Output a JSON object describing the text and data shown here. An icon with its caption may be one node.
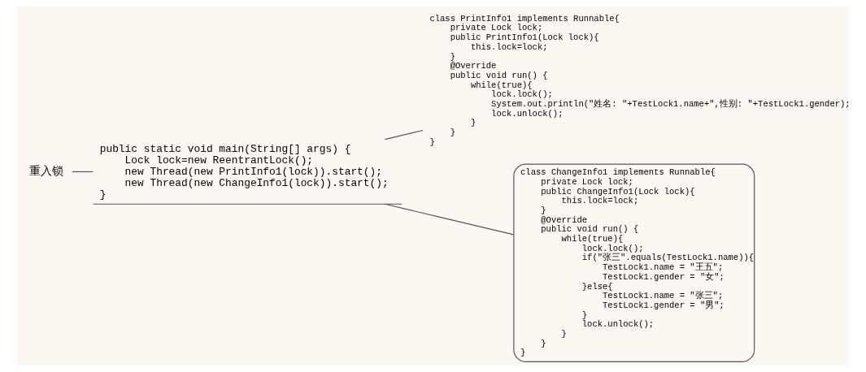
{
  "diagram": {
    "nodes": [
      {
        "text": [
          "重入锁"
        ]
      },
      {
        "text": [
          "public static void main(String[] args) {",
          "Lock lock=new ReentrantLock();",
          "new Thread(new PrintInfo1(lock)).start();",
          "new Thread(new ChangeInfo1(lock)).start();",
          "}"
        ]
      },
      {
        "text": [
          "class PrintInfo1 implements Runnable{",
          "private Lock lock;",
          "public PrintInfo1(Lock lock){",
          "this.lock=lock;",
          "}",
          "@Override",
          "public void run() {",
          "while(true){",
          "lock.lock();",
          "System.out.println(\"姓名: \"+TestLock1.name+\",性别: \"+TestLock1.gender);",
          "lock.unlock();",
          "}",
          "}",
          "}"
        ]
      },
      {
        "text": [
          "class ChangeInfo1 implements Runnable{",
          "private Lock lock;",
          "public ChangeInfo1(Lock lock){",
          "this.lock=lock;",
          "}",
          "@Override",
          "public void run() {",
          "while(true){",
          "lock.lock();",
          "if(\"张三\".equals(TestLock1.name)){",
          "TestLock1.name = \"王五\";",
          "TestLock1.gender = \"女\";",
          "}else{",
          "TestLock1.name = \"张三\";",
          "TestLock1.gender = \"男\";",
          "}",
          "lock.unlock();",
          "}",
          "}",
          "}"
        ]
      }
    ],
    "edges": [
      {
        "from": 0,
        "to": 1,
        "arrow": "none"
      },
      {
        "from": 1,
        "to": 2,
        "arrow": "none"
      },
      {
        "from": 1,
        "to": 3,
        "arrow": "none"
      }
    ]
  }
}
